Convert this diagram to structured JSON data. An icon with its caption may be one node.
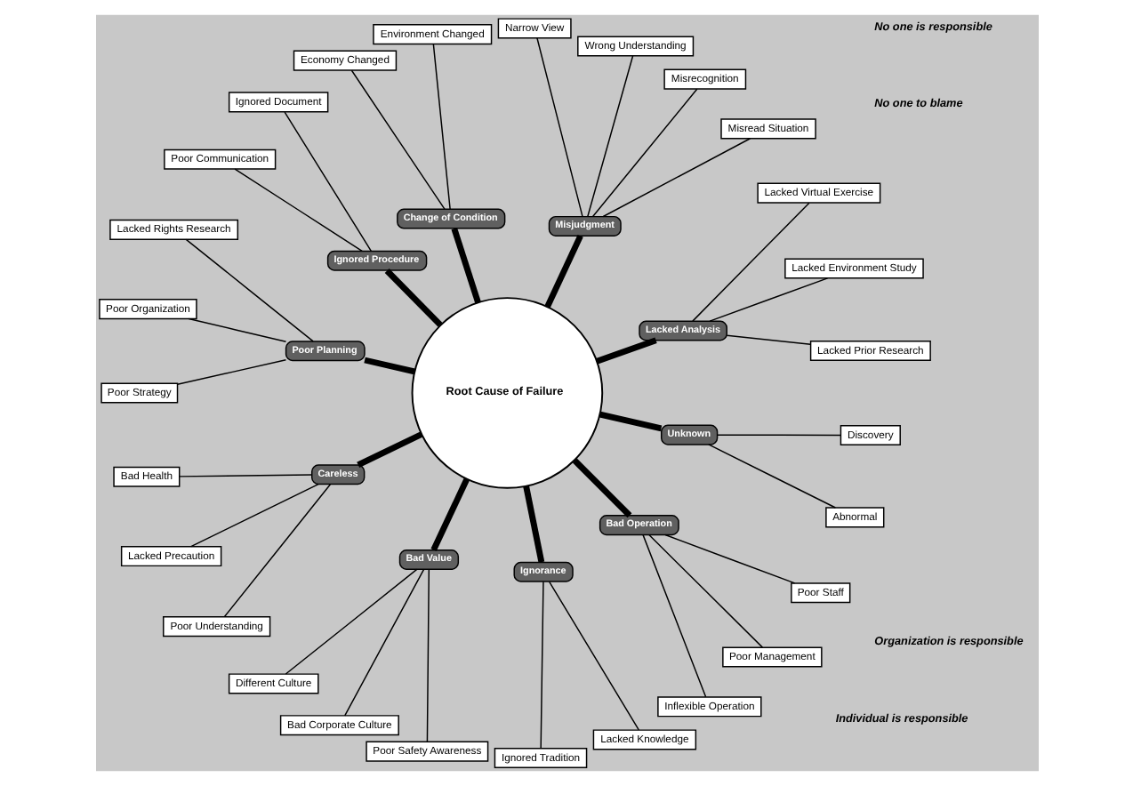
{
  "diagram": {
    "nodes": [
      {
        "text": [
          "Root Cause of Failure"
        ]
      },
      {
        "text": [
          "Lacked Analysis"
        ]
      },
      {
        "text": [
          "Misjudgment"
        ]
      },
      {
        "text": [
          "Change of Condition"
        ]
      },
      {
        "text": [
          "Ignored Procedure"
        ]
      },
      {
        "text": [
          "Poor Planning"
        ]
      },
      {
        "text": [
          "Careless"
        ]
      },
      {
        "text": [
          "Bad Value"
        ]
      },
      {
        "text": [
          "Ignorance"
        ]
      },
      {
        "text": [
          "Bad Operation"
        ]
      },
      {
        "text": [
          "Unknown"
        ]
      },
      {
        "text": [
          "Lacked Prior Research"
        ]
      },
      {
        "text": [
          "Lacked Environment Study"
        ]
      },
      {
        "text": [
          "Lacked Virtual Exercise"
        ]
      },
      {
        "text": [
          "Misread Situation"
        ]
      },
      {
        "text": [
          "Misrecognition"
        ]
      },
      {
        "text": [
          "Wrong Understanding"
        ]
      },
      {
        "text": [
          "Narrow View"
        ]
      },
      {
        "text": [
          "Environment Changed"
        ]
      },
      {
        "text": [
          "Economy Changed"
        ]
      },
      {
        "text": [
          "Ignored Document"
        ]
      },
      {
        "text": [
          "Poor Communication"
        ]
      },
      {
        "text": [
          "Lacked Rights Research"
        ]
      },
      {
        "text": [
          "Poor Organization"
        ]
      },
      {
        "text": [
          "Poor Strategy"
        ]
      },
      {
        "text": [
          "Bad Health"
        ]
      },
      {
        "text": [
          "Lacked Precaution"
        ]
      },
      {
        "text": [
          "Poor Understanding"
        ]
      },
      {
        "text": [
          "Different Culture"
        ]
      },
      {
        "text": [
          "Bad Corporate Culture"
        ]
      },
      {
        "text": [
          "Poor Safety Awareness"
        ]
      },
      {
        "text": [
          "Ignored Tradition"
        ]
      },
      {
        "text": [
          "Lacked Knowledge"
        ]
      },
      {
        "text": [
          "Inflexible Operation"
        ]
      },
      {
        "text": [
          "Poor Management"
        ]
      },
      {
        "text": [
          "Poor Staff"
        ]
      },
      {
        "text": [
          "Abnormal"
        ]
      },
      {
        "text": [
          "Discovery"
        ]
      }
    ],
    "edges": [
      {
        "from": 0,
        "to": 1,
        "arrow": "none",
        "style": "thick"
      },
      {
        "from": 0,
        "to": 2,
        "arrow": "none",
        "style": "thick"
      },
      {
        "from": 0,
        "to": 3,
        "arrow": "none",
        "style": "thick"
      },
      {
        "from": 0,
        "to": 4,
        "arrow": "none",
        "style": "thick"
      },
      {
        "from": 0,
        "to": 5,
        "arrow": "none",
        "style": "thick"
      },
      {
        "from": 0,
        "to": 6,
        "arrow": "none",
        "style": "thick"
      },
      {
        "from": 0,
        "to": 7,
        "arrow": "none",
        "style": "thick"
      },
      {
        "from": 0,
        "to": 8,
        "arrow": "none",
        "style": "thick"
      },
      {
        "from": 0,
        "to": 9,
        "arrow": "none",
        "style": "thick"
      },
      {
        "from": 0,
        "to": 10,
        "arrow": "none",
        "style": "thick"
      },
      {
        "from": 1,
        "to": 11,
        "arrow": "none"
      },
      {
        "from": 1,
        "to": 12,
        "arrow": "none"
      },
      {
        "from": 1,
        "to": 13,
        "arrow": "none"
      },
      {
        "from": 2,
        "to": 14,
        "arrow": "none"
      },
      {
        "from": 2,
        "to": 15,
        "arrow": "none"
      },
      {
        "from": 2,
        "to": 16,
        "arrow": "none"
      },
      {
        "from": 2,
        "to": 17,
        "arrow": "none"
      },
      {
        "from": 3,
        "to": 18,
        "arrow": "none"
      },
      {
        "from": 3,
        "to": 19,
        "arrow": "none"
      },
      {
        "from": 4,
        "to": 20,
        "arrow": "none"
      },
      {
        "from": 4,
        "to": 21,
        "arrow": "none"
      },
      {
        "from": 5,
        "to": 22,
        "arrow": "none"
      },
      {
        "from": 5,
        "to": 23,
        "arrow": "none"
      },
      {
        "from": 5,
        "to": 24,
        "arrow": "none"
      },
      {
        "from": 6,
        "to": 25,
        "arrow": "none"
      },
      {
        "from": 6,
        "to": 26,
        "arrow": "none"
      },
      {
        "from": 6,
        "to": 27,
        "arrow": "none"
      },
      {
        "from": 7,
        "to": 28,
        "arrow": "none"
      },
      {
        "from": 7,
        "to": 29,
        "arrow": "none"
      },
      {
        "from": 7,
        "to": 30,
        "arrow": "none"
      },
      {
        "from": 8,
        "to": 31,
        "arrow": "none"
      },
      {
        "from": 8,
        "to": 32,
        "arrow": "none"
      },
      {
        "from": 9,
        "to": 33,
        "arrow": "none"
      },
      {
        "from": 9,
        "to": 34,
        "arrow": "none"
      },
      {
        "from": 9,
        "to": 35,
        "arrow": "none"
      },
      {
        "from": 10,
        "to": 36,
        "arrow": "none"
      },
      {
        "from": 10,
        "to": 37,
        "arrow": "none"
      }
    ],
    "labels": [
      "Individual is responsible",
      "No one to blame",
      "No one is responsible",
      "Organization is responsible"
    ]
  }
}
